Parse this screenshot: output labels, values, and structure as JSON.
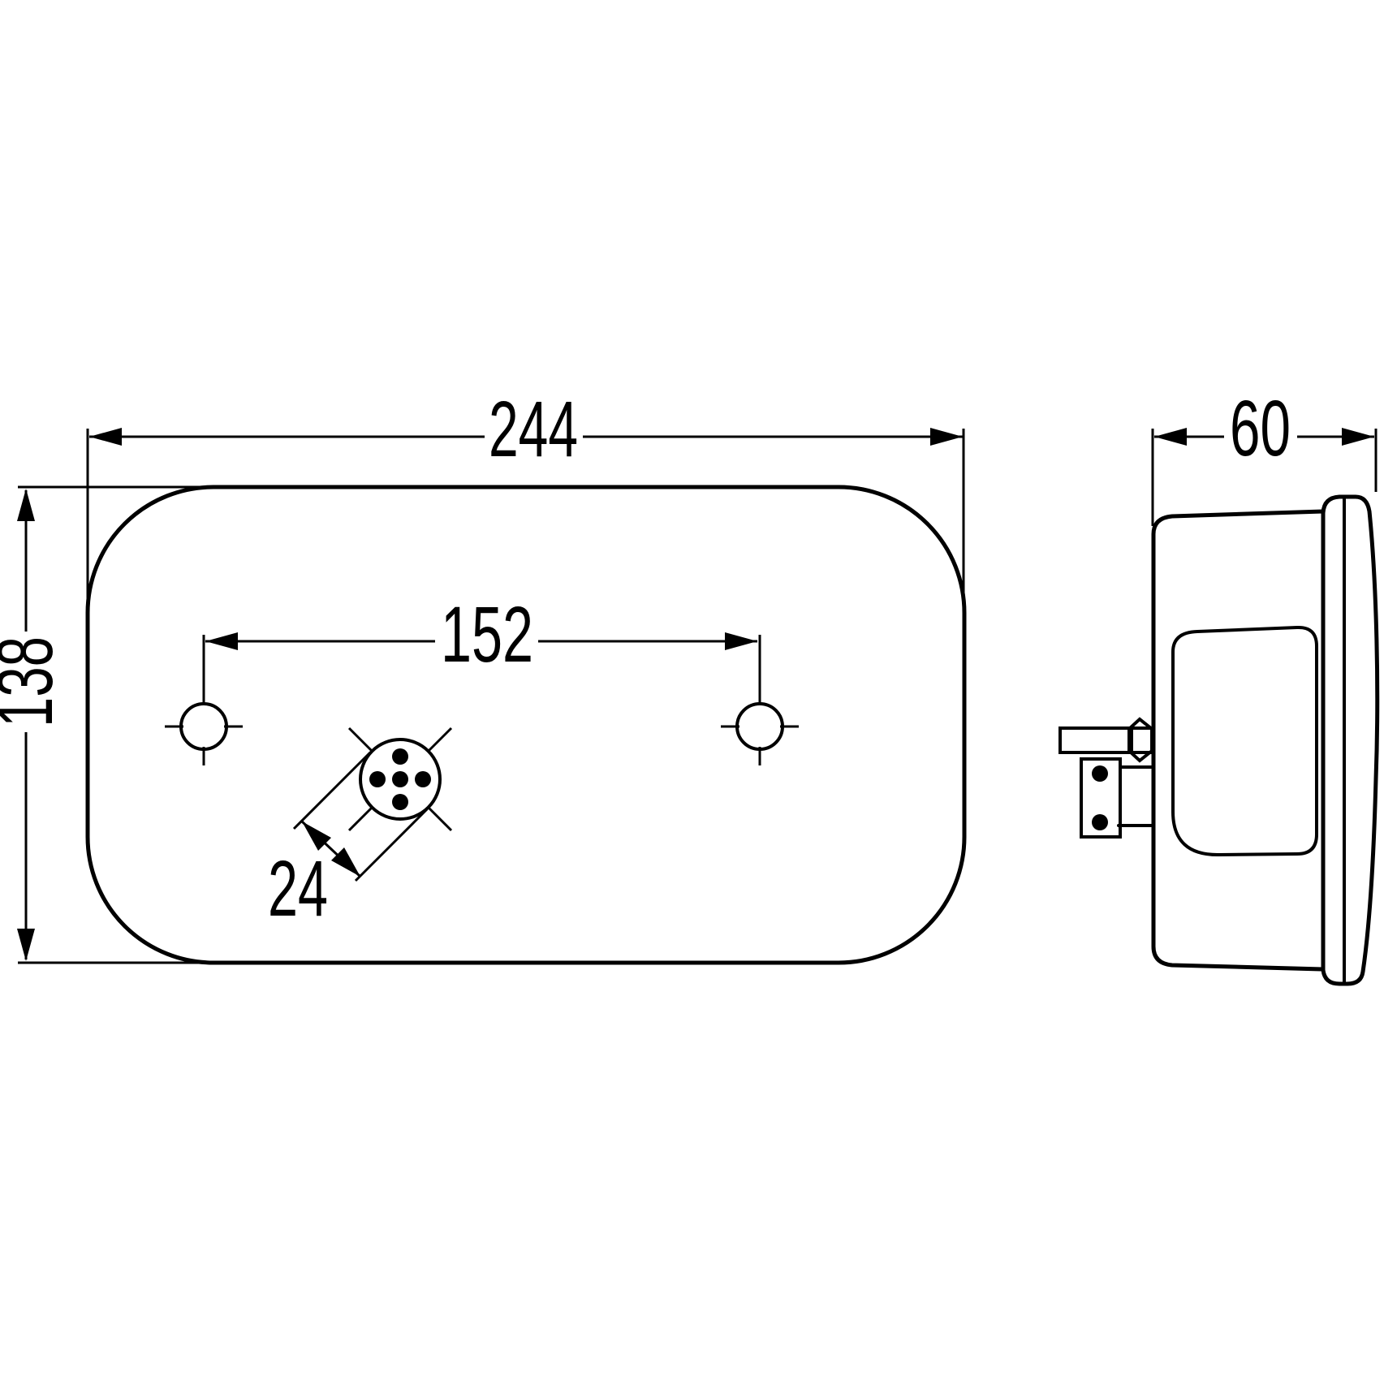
{
  "drawing": {
    "kind": "technical-dimension-drawing",
    "colors": {
      "line": "#000000",
      "background": "#ffffff"
    },
    "front_view": {
      "width_dim": "244",
      "height_dim": "138",
      "hole_spacing_dim": "152",
      "connector_key_dim": "24"
    },
    "side_view": {
      "depth_dim": "60"
    }
  }
}
